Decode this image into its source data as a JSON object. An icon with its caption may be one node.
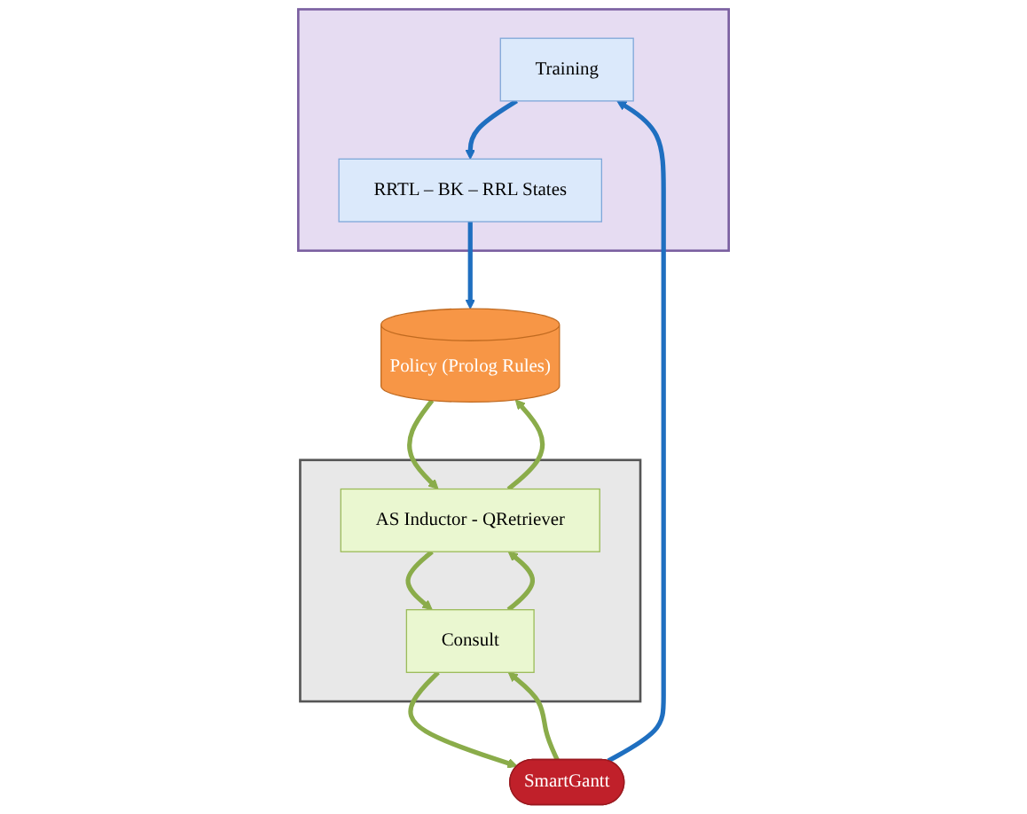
{
  "diagram": {
    "nodes": [
      {
        "text": [],
        "shape": "box"
      },
      {
        "text": [
          "Training"
        ],
        "in": 0
      },
      {
        "text": [
          "RRTL – BK – RRL States"
        ],
        "in": 0
      },
      {
        "text": [
          "SmartGantt"
        ]
      },
      {
        "text": [
          "Policy (Prolog Rules)"
        ]
      },
      {
        "text": [],
        "shape": "box"
      },
      {
        "text": [
          "Consult"
        ],
        "in": 5
      },
      {
        "text": [
          "AS Inductor - QRetriever"
        ],
        "in": 5
      }
    ],
    "edges": [
      {
        "from": 1,
        "to": 2,
        "arrow": "to",
        "color": "#1f6fc0"
      },
      {
        "from": 2,
        "to": 4,
        "arrow": "to",
        "color": "#1f6fc0"
      },
      {
        "from": 3,
        "to": 1,
        "arrow": "to",
        "color": "#1f6fc0"
      },
      {
        "from": 6,
        "to": 3,
        "arrow": "to"
      },
      {
        "from": 3,
        "to": 6,
        "arrow": "to"
      },
      {
        "from": 7,
        "to": 4,
        "arrow": "to"
      },
      {
        "from": 4,
        "to": 7,
        "arrow": "to"
      },
      {
        "from": 7,
        "to": 6,
        "arrow": "to"
      },
      {
        "from": 6,
        "to": 7,
        "arrow": "to"
      }
    ]
  }
}
